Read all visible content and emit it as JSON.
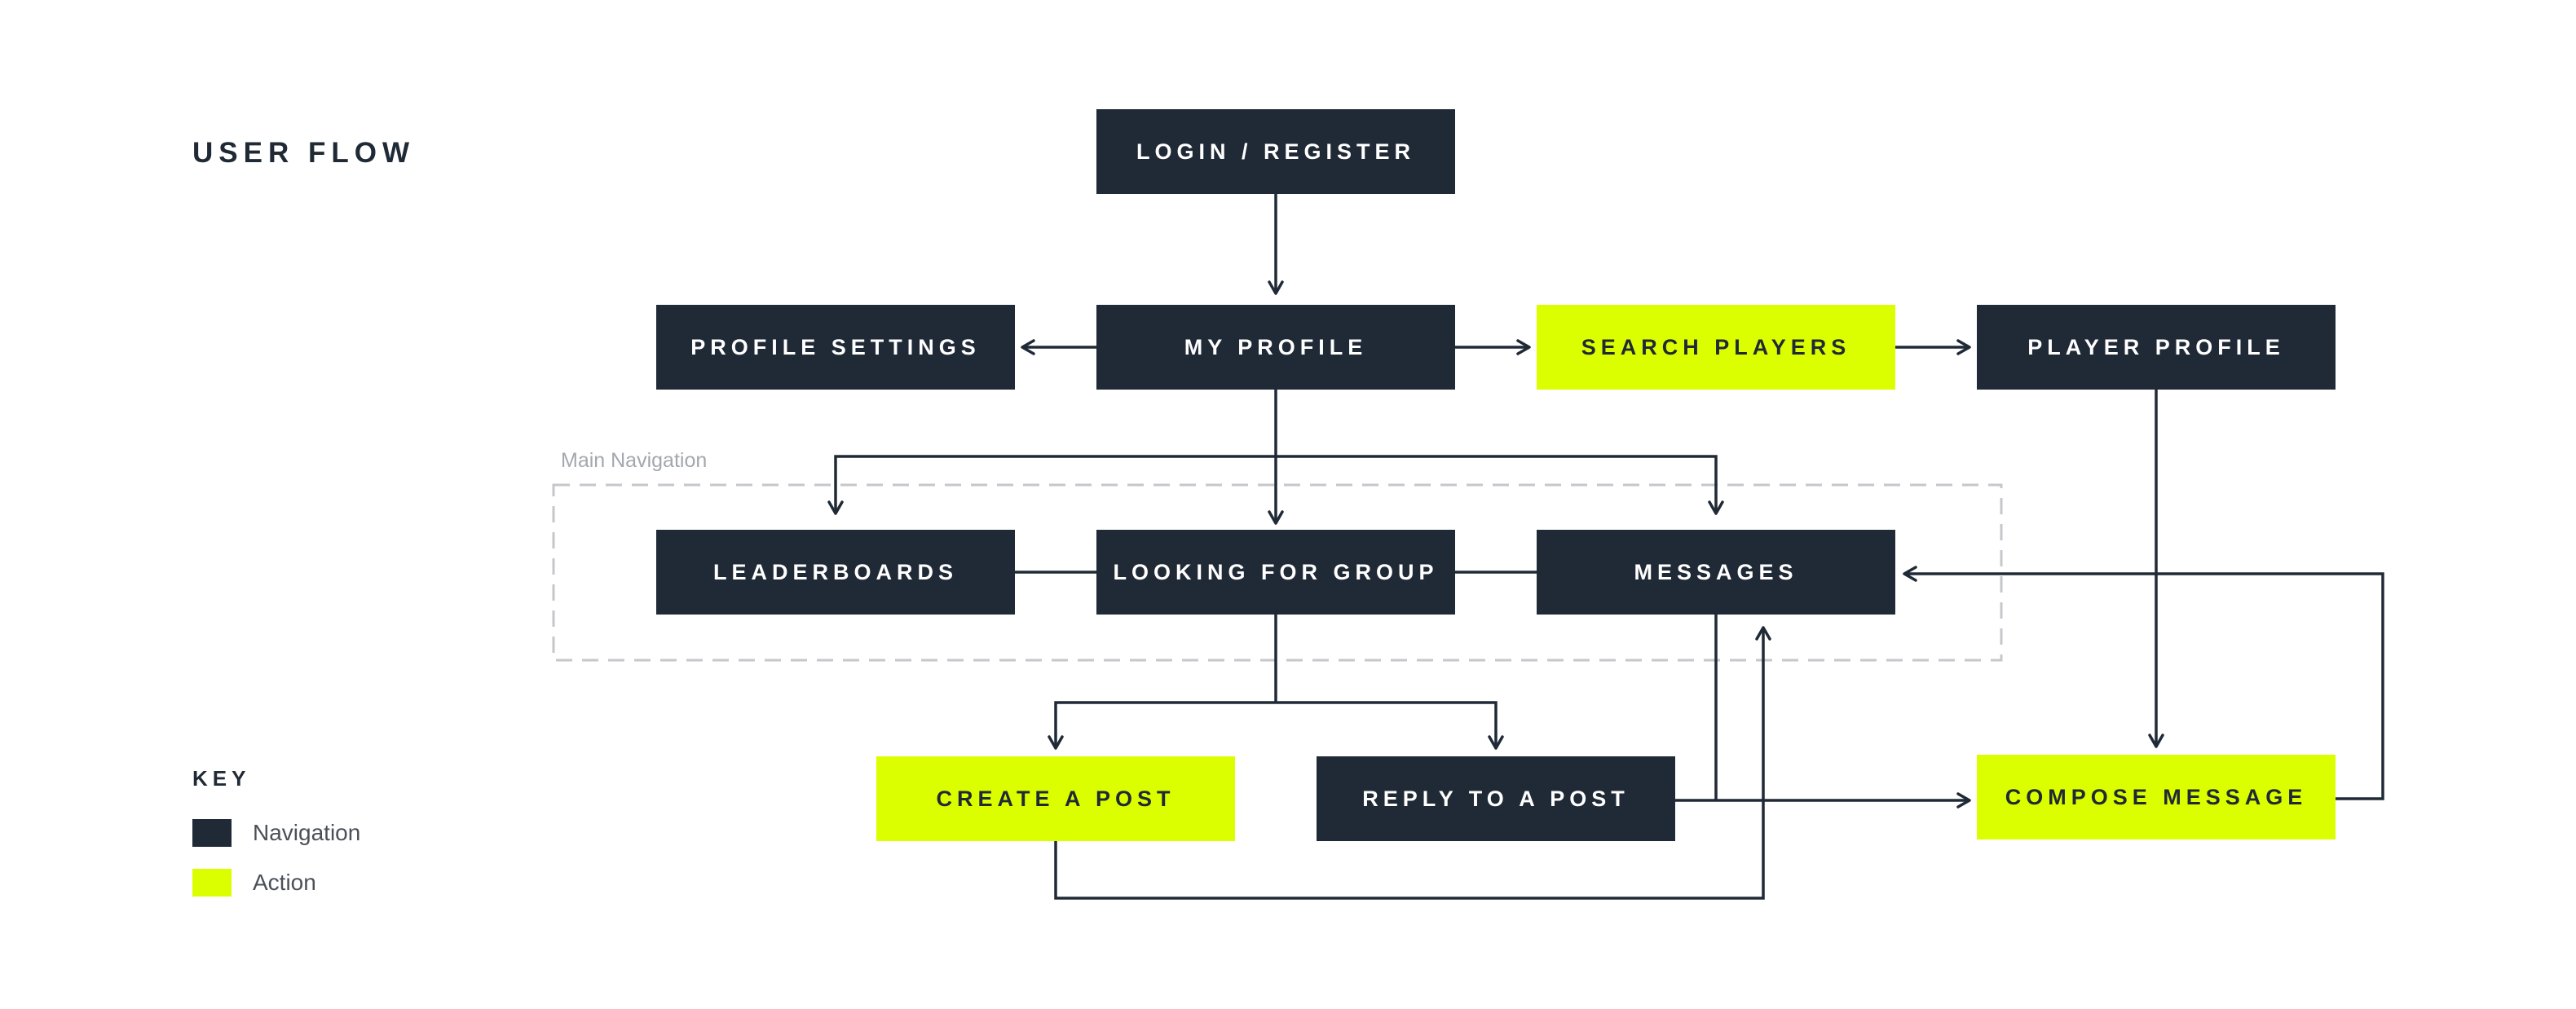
{
  "title": "USER FLOW",
  "group_label": "Main Navigation",
  "colors": {
    "navigation": "#202a36",
    "action": "#dcff00",
    "edge": "#202a36",
    "group_border": "#c4c7cb"
  },
  "nodes": {
    "login": {
      "label": "LOGIN / REGISTER",
      "kind": "navigation"
    },
    "my_profile": {
      "label": "MY PROFILE",
      "kind": "navigation"
    },
    "profile_settings": {
      "label": "PROFILE SETTINGS",
      "kind": "navigation"
    },
    "search_players": {
      "label": "SEARCH PLAYERS",
      "kind": "action"
    },
    "player_profile": {
      "label": "PLAYER PROFILE",
      "kind": "navigation"
    },
    "leaderboards": {
      "label": "LEADERBOARDS",
      "kind": "navigation"
    },
    "looking_for_group": {
      "label": "LOOKING FOR GROUP",
      "kind": "navigation"
    },
    "messages": {
      "label": "MESSAGES",
      "kind": "navigation"
    },
    "create_post": {
      "label": "CREATE A POST",
      "kind": "action"
    },
    "reply_post": {
      "label": "REPLY TO A POST",
      "kind": "navigation"
    },
    "compose_message": {
      "label": "COMPOSE MESSAGE",
      "kind": "action"
    }
  },
  "edges": [
    {
      "from": "login",
      "to": "my_profile"
    },
    {
      "from": "my_profile",
      "to": "profile_settings"
    },
    {
      "from": "my_profile",
      "to": "search_players"
    },
    {
      "from": "search_players",
      "to": "player_profile"
    },
    {
      "from": "my_profile",
      "to": "leaderboards"
    },
    {
      "from": "my_profile",
      "to": "looking_for_group"
    },
    {
      "from": "my_profile",
      "to": "messages"
    },
    {
      "from": "looking_for_group",
      "to": "create_post"
    },
    {
      "from": "looking_for_group",
      "to": "reply_post"
    },
    {
      "from": "player_profile",
      "to": "compose_message"
    },
    {
      "from": "messages",
      "to": "compose_message"
    },
    {
      "from": "reply_post",
      "to": "compose_message"
    },
    {
      "from": "compose_message",
      "to": "messages"
    },
    {
      "from": "create_post",
      "to": "messages"
    }
  ],
  "key": {
    "title": "KEY",
    "items": [
      {
        "label": "Navigation",
        "color": "#202a36"
      },
      {
        "label": "Action",
        "color": "#dcff00"
      }
    ]
  }
}
